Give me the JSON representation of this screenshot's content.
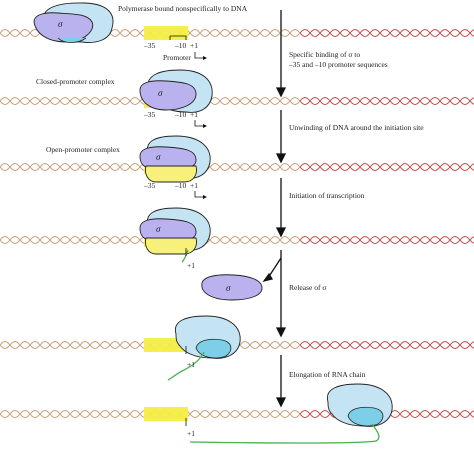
{
  "labels": {
    "poly_bound": "Polymerase bound nonspecifically to DNA",
    "closed": "Closed-promoter complex",
    "open": "Open-promoter complex",
    "promoter": "Promoter",
    "sigma": "σ"
  },
  "markers": {
    "m35": "–35",
    "m10": "–10",
    "p1": "+1"
  },
  "steps": {
    "specific_1": "Specific binding of σ to",
    "specific_2": "–35 and –10 promoter sequences",
    "unwinding": "Unwinding of DNA around the initiation site",
    "initiation": "Initiation of transcription",
    "release": "Release of σ",
    "elongation": "Elongation of RNA chain"
  },
  "colors": {
    "dna_left": "#c9a07a",
    "dna_right": "#c0504d",
    "promoter_box": "#f4ee44",
    "core": "#c4e4f4",
    "core_stroke": "#222222",
    "sigma": "#b9b2ee",
    "bubble": "#f7f07a",
    "inner": "#7dcfe8",
    "rna": "#4caf50"
  }
}
